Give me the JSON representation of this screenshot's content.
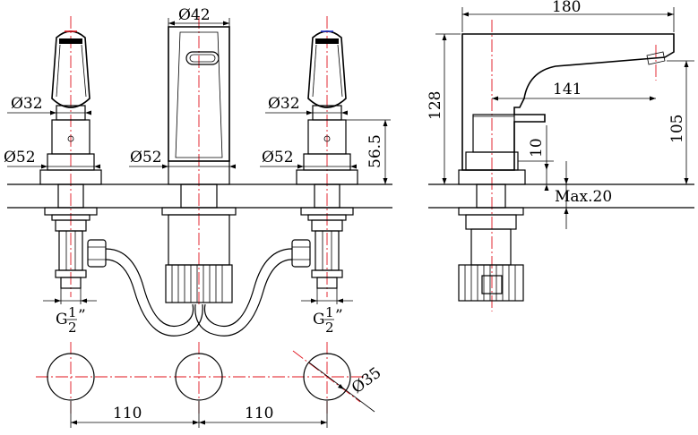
{
  "dims": {
    "spout_dia": "Ø42",
    "handle_dia_left": "Ø32",
    "handle_dia_right": "Ø32",
    "base_dia_left": "Ø52",
    "base_dia_mid": "Ø52",
    "base_dia_right": "Ø52",
    "height_565": "56.5",
    "thread_left": "G",
    "thread_right": "G",
    "thread_num": "1",
    "thread_den": "2",
    "thread_in": "”",
    "hole_dia": "Ø35",
    "spacing_left": "110",
    "spacing_right": "110",
    "length_180": "180",
    "height_128": "128",
    "reach_141": "141",
    "height_105": "105",
    "gap_10": "10",
    "max_20": "Max.20"
  },
  "colors": {
    "outline": "#000000",
    "centerline": "#e0141e",
    "hot_mark": "#e0141e",
    "cold_mark": "#2030d0"
  }
}
